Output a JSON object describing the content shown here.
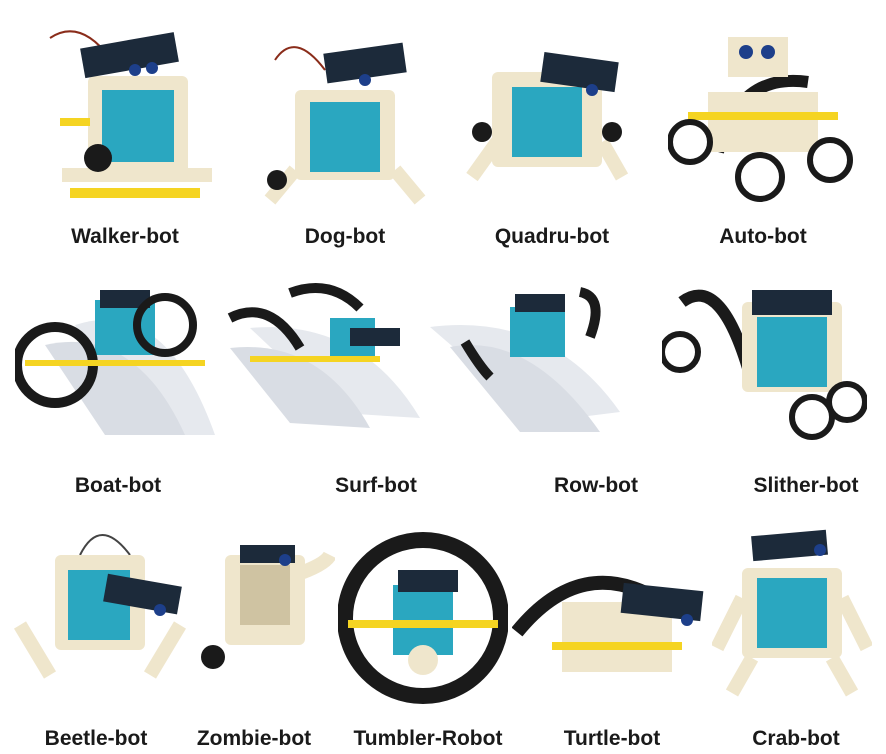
{
  "rows": [
    [
      "Walker-bot",
      "Dog-bot",
      "Quadru-bot",
      "Auto-bot"
    ],
    [
      "Boat-bot",
      "Surf-bot",
      "Row-bot",
      "Slither-bot"
    ],
    [
      "Beetle-bot",
      "Zombie-bot",
      "Tumbler-Robot",
      "Turtle-bot",
      "Crab-bot"
    ]
  ],
  "colors": {
    "frame": "#efe6cc",
    "blue_box": "#2aa7c0",
    "solar": "#1c2a3a",
    "axle": "#f5d422",
    "wheel": "#1a1a1a",
    "pontoon": "#e6e9ee"
  }
}
